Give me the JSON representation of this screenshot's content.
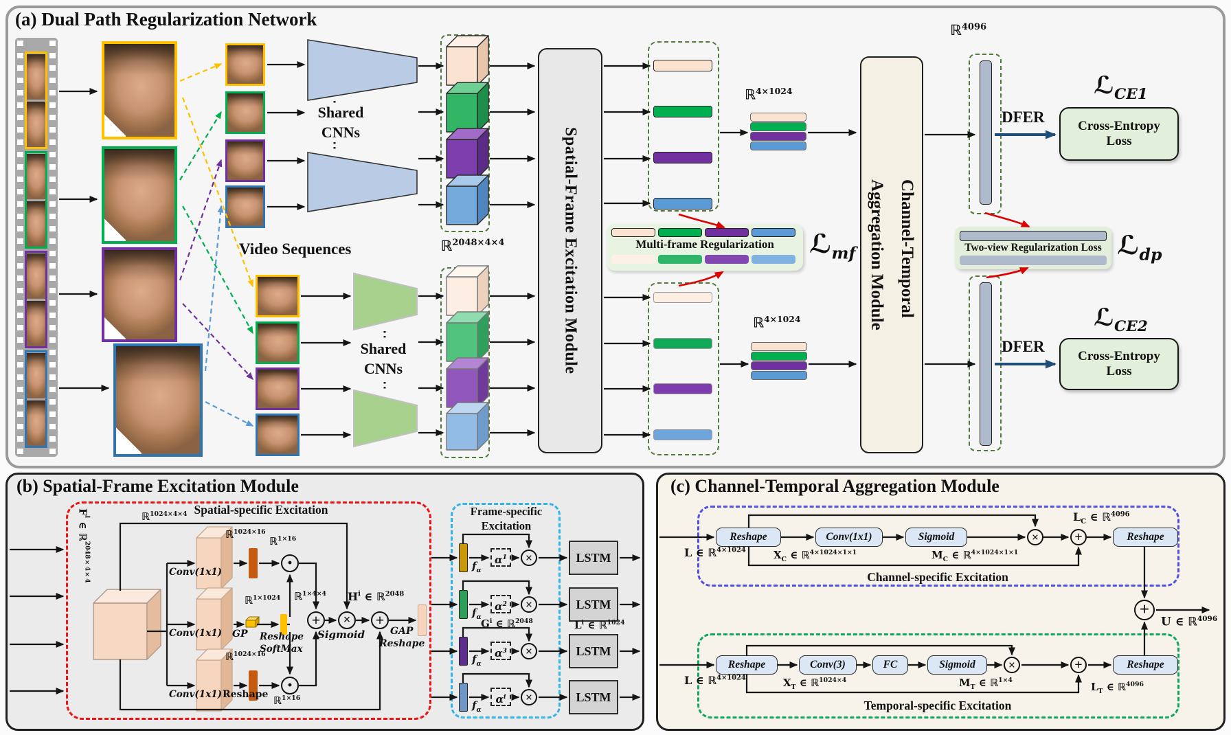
{
  "colors": {
    "yellow": "#FFC000",
    "green": "#00B050",
    "purple": "#7030A0",
    "blue": "#5B9BD5",
    "red_arrow": "#DD0000",
    "dfer_blue": "#1F4E79",
    "loss_box_green": "#E2EFDA",
    "bar_gray": "#AFBACD",
    "orange_bar": "#C55A11"
  },
  "panel_a": {
    "title": "(a) Dual Path Regularization Network",
    "video_sequences": "Video Sequences",
    "shared_cnns": "Shared CNNs",
    "sfe_module": "Spatial-Frame Excitation Module",
    "cta_module": "Channel-Temporal\nAggregation Module",
    "dim_cnn_out": "ℝ<sup>2048×4×4</sup>",
    "dim_frame_feat": "ℝ<sup>4×1024</sup>",
    "dim_agg": "ℝ<sup>4096</sup>",
    "multi_frame_reg": "Multi-frame Regularization",
    "two_view_reg": "Two-view Regularization Loss",
    "dfer": "DFER",
    "cross_entropy": "Cross-Entropy Loss",
    "loss_mf": "ℒ<sub>mf</sub>",
    "loss_dp": "ℒ<sub>dp</sub>",
    "loss_ce1": "ℒ<sub>CE1</sub>",
    "loss_ce2": "ℒ<sub>CE2</sub>"
  },
  "panel_b": {
    "title": "(b) Spatial-Frame Excitation Module",
    "spatial_specific": "Spatial-specific Excitation",
    "frame_specific": "Frame-specific Excitation",
    "input_dim": "F<sup>i</sup> ∈ ℝ<sup>2048×4×4</sup>",
    "dim_1024_44": "ℝ<sup>1024×4×4</sup>",
    "dim_1024_16": "ℝ<sup>1024×16</sup>",
    "dim_1_16": "ℝ<sup>1×16</sup>",
    "dim_1_1024": "ℝ<sup>1×1024</sup>",
    "dim_1_44": "ℝ<sup>1×4×4</sup>",
    "h_dim": "H<sup>i</sup> ∈ ℝ<sup>2048</sup>",
    "g_dim": "G<sup>i</sup> ∈ ℝ<sup>2048</sup>",
    "l_dim": "L<sup>i</sup> ∈ ℝ<sup>1024</sup>",
    "conv1x1": "Conv(1x1)",
    "gp": "GP",
    "reshape": "Reshape",
    "softmax": "SoftMax",
    "sigmoid": "Sigmoid",
    "gap": "GAP",
    "f_alpha": "f<sub>α</sub>",
    "alpha1": "α<sup>1</sup>",
    "alpha2": "α<sup>2</sup>",
    "alpha3": "α<sup>3</sup>",
    "alphai": "α<sup>i</sup>",
    "lstm": "LSTM"
  },
  "panel_c": {
    "title": "(c) Channel-Temporal Aggregation Module",
    "channel_specific": "Channel-specific Excitation",
    "temporal_specific": "Temporal-specific Excitation",
    "l_in": "L ∈ ℝ<sup>4×1024</sup>",
    "reshape": "Reshape",
    "conv1x1": "Conv(1x1)",
    "conv3": "Conv(3)",
    "fc": "FC",
    "sigmoid": "Sigmoid",
    "xc": "X<sub>C</sub> ∈ ℝ<sup>4×1024×1×1</sup>",
    "mc": "M<sub>C</sub> ∈ ℝ<sup>4×1024×1×1</sup>",
    "lc": "L<sub>C</sub> ∈ ℝ<sup>4096</sup>",
    "xt": "X<sub>T</sub> ∈ ℝ<sup>1024×4</sup>",
    "mt": "M<sub>T</sub> ∈ ℝ<sup>1×4</sup>",
    "lt": "L<sub>T</sub> ∈ ℝ<sup>4096</sup>",
    "u": "U ∈ ℝ<sup>4096</sup>"
  },
  "ops": {
    "dot": "·",
    "plus": "+",
    "times": "×"
  }
}
